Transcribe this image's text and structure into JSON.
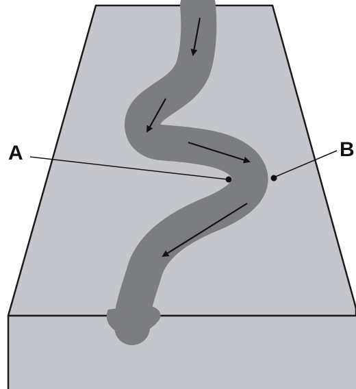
{
  "labels": {
    "point_a": "A",
    "point_b": "B"
  },
  "colors": {
    "land": "#c5c6cb",
    "river": "#7c7d81",
    "outline": "#1a1a1a",
    "background": "#ffffff"
  },
  "flow_direction": "downstream"
}
